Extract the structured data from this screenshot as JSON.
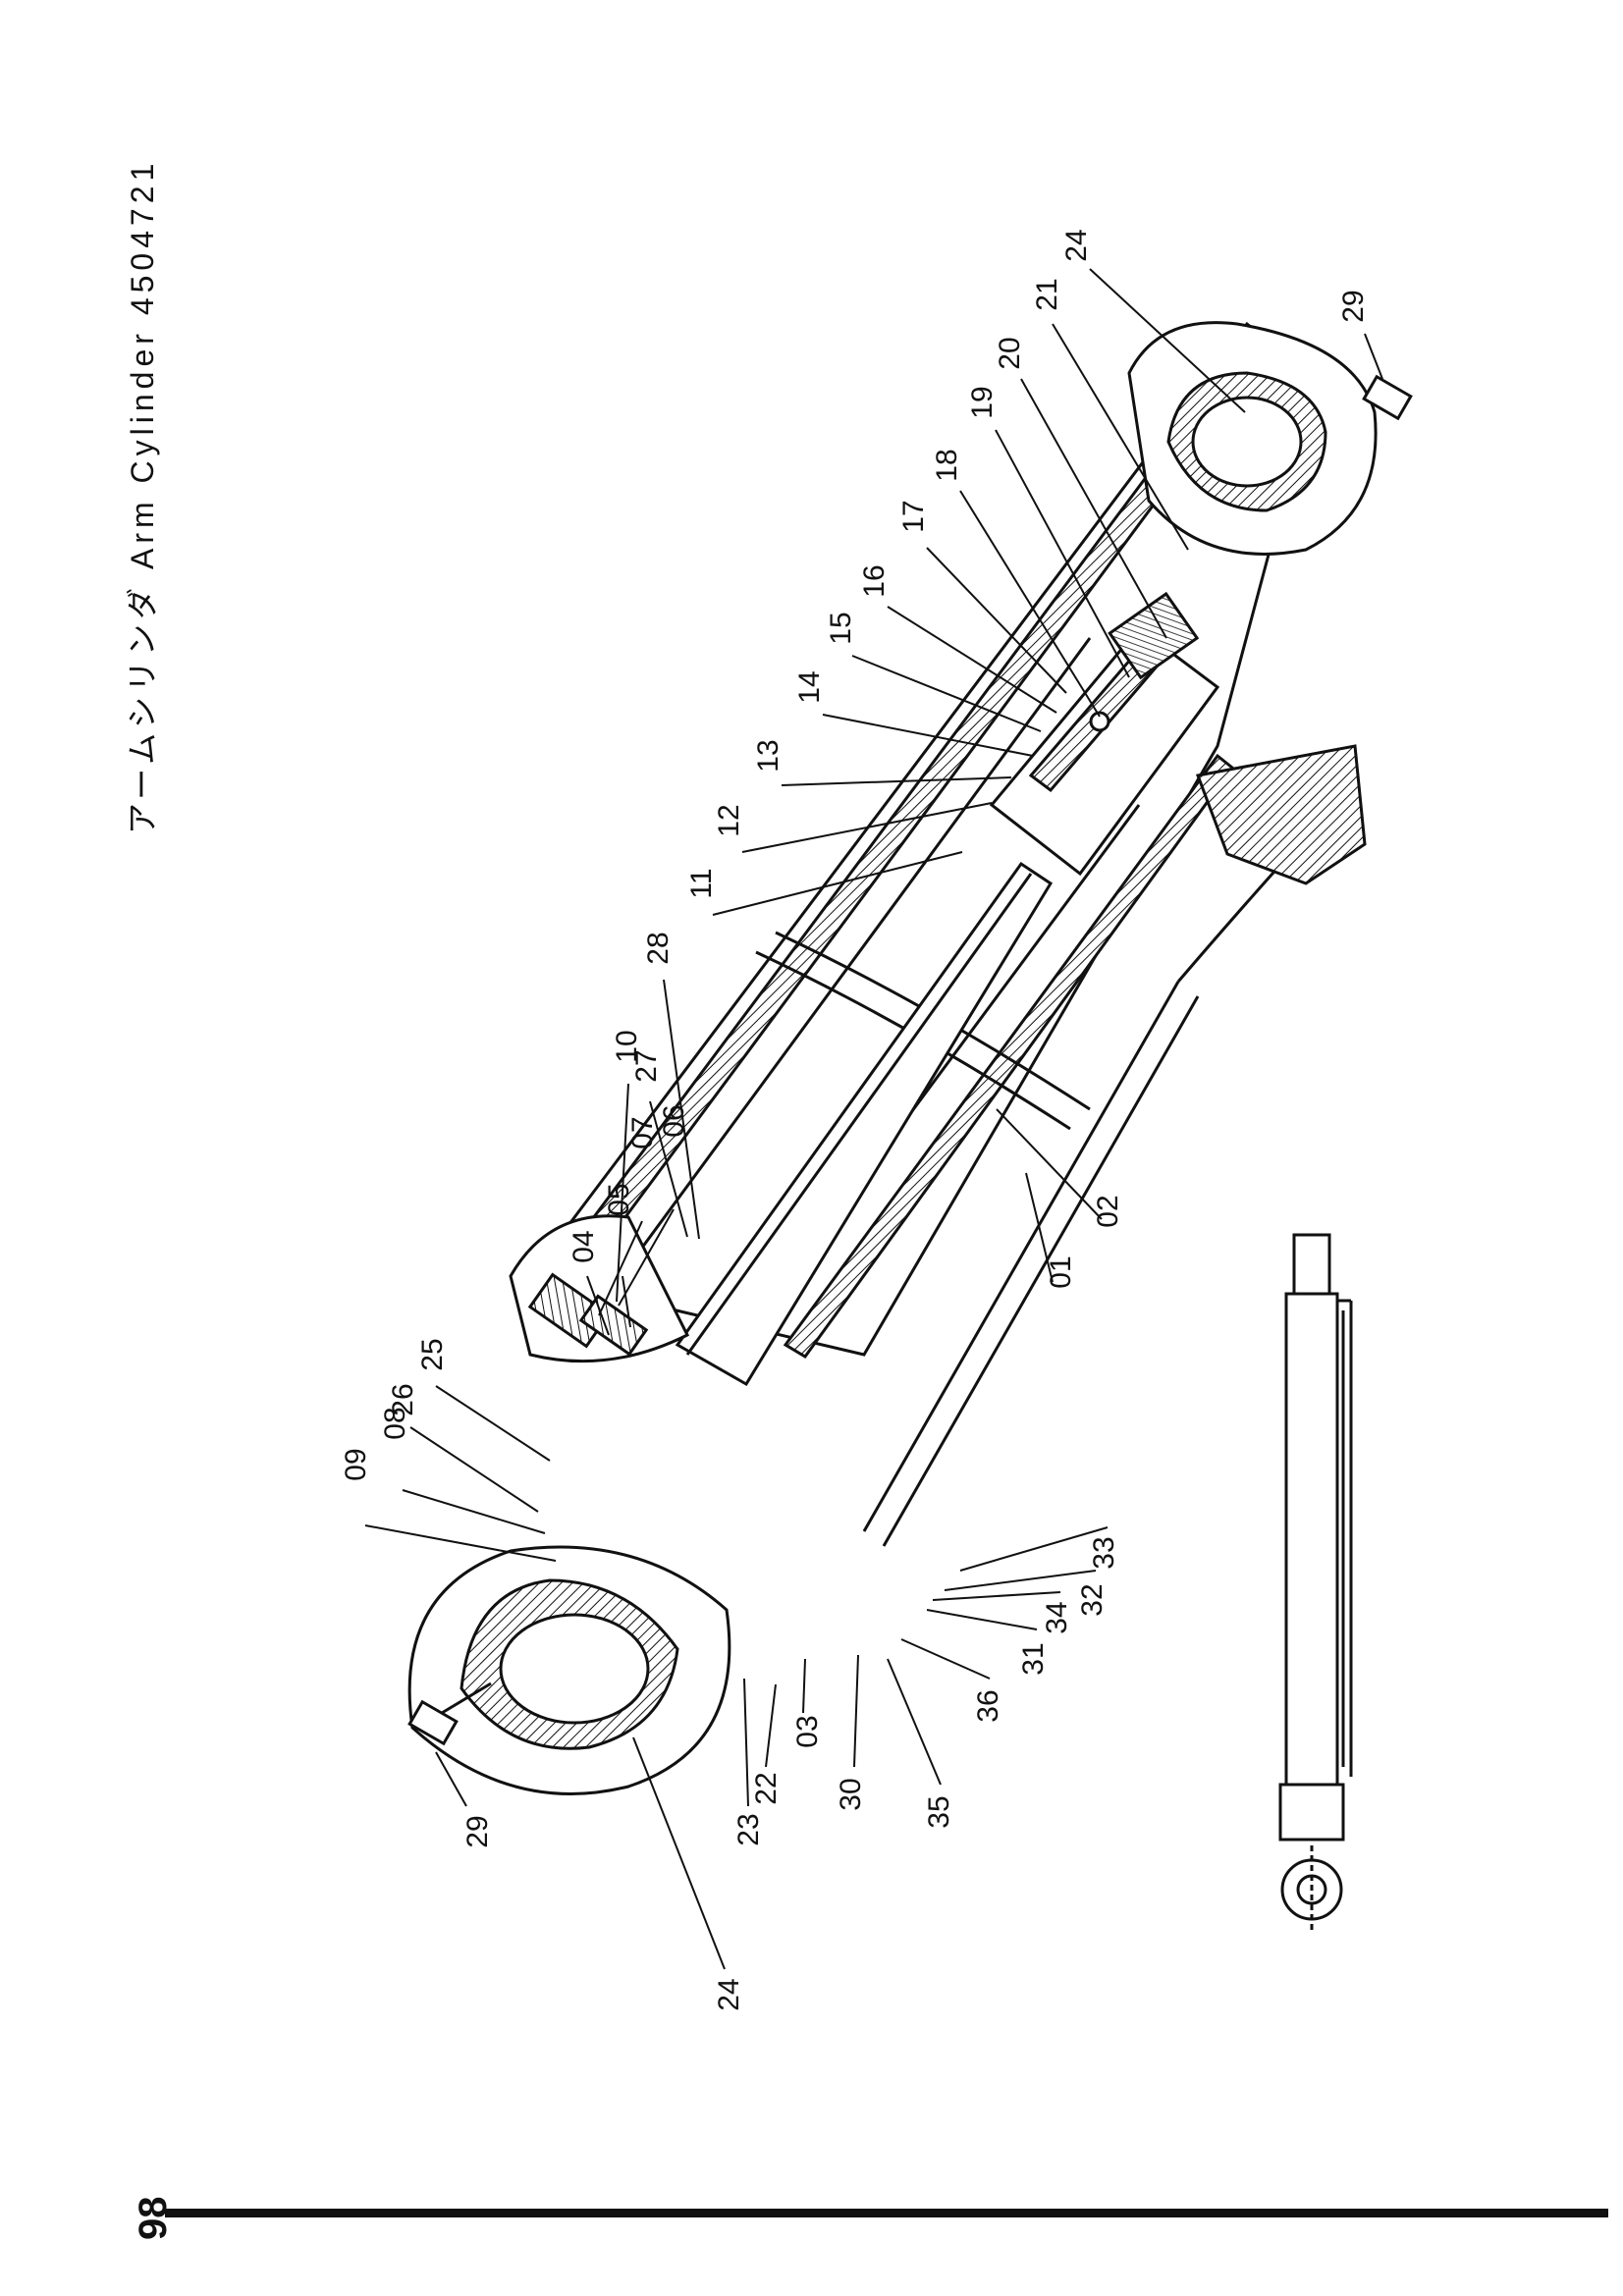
{
  "title": "アームシリンダ Arm Cylinder 4504721",
  "page_number": "98",
  "callouts": {
    "c01": "01",
    "c02": "02",
    "c03": "03",
    "c04": "04",
    "c05": "05",
    "c06": "06",
    "c07": "07",
    "c08": "08",
    "c09": "09",
    "c10": "10",
    "c11": "11",
    "c12": "12",
    "c13": "13",
    "c14": "14",
    "c15": "15",
    "c16": "16",
    "c17": "17",
    "c18": "18",
    "c19": "19",
    "c20": "20",
    "c21": "21",
    "c22": "22",
    "c23": "23",
    "c24a": "24",
    "c24b": "24",
    "c25": "25",
    "c26": "26",
    "c27": "27",
    "c28": "28",
    "c29a": "29",
    "c29b": "29",
    "c30": "30",
    "c31": "31",
    "c32": "32",
    "c33": "33",
    "c34": "34",
    "c35": "35",
    "c36": "36"
  }
}
